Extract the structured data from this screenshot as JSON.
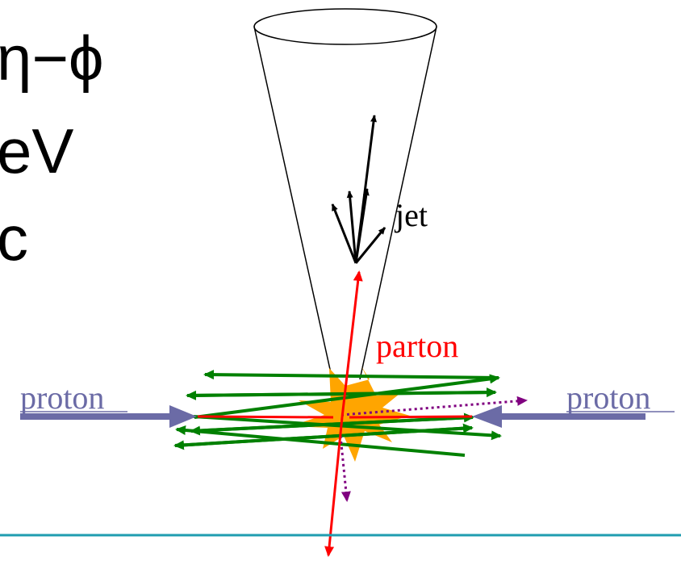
{
  "slide_text": {
    "line1": "η−ϕ",
    "line2": "eV",
    "line3": "c"
  },
  "labels": {
    "jet": "jet",
    "parton": "parton",
    "proton_left": "proton",
    "proton_right": "proton"
  },
  "colors": {
    "parton": "#ff0000",
    "hadrons": "#008000",
    "neutral": "#800080",
    "proton_beam": "#6b6ba6",
    "burst": "#ffa500",
    "footer_rule": "#1f9db0",
    "jet_cone": "#000000"
  },
  "icons": {
    "burst": "collision-burst-icon",
    "cone": "jet-cone-icon"
  }
}
